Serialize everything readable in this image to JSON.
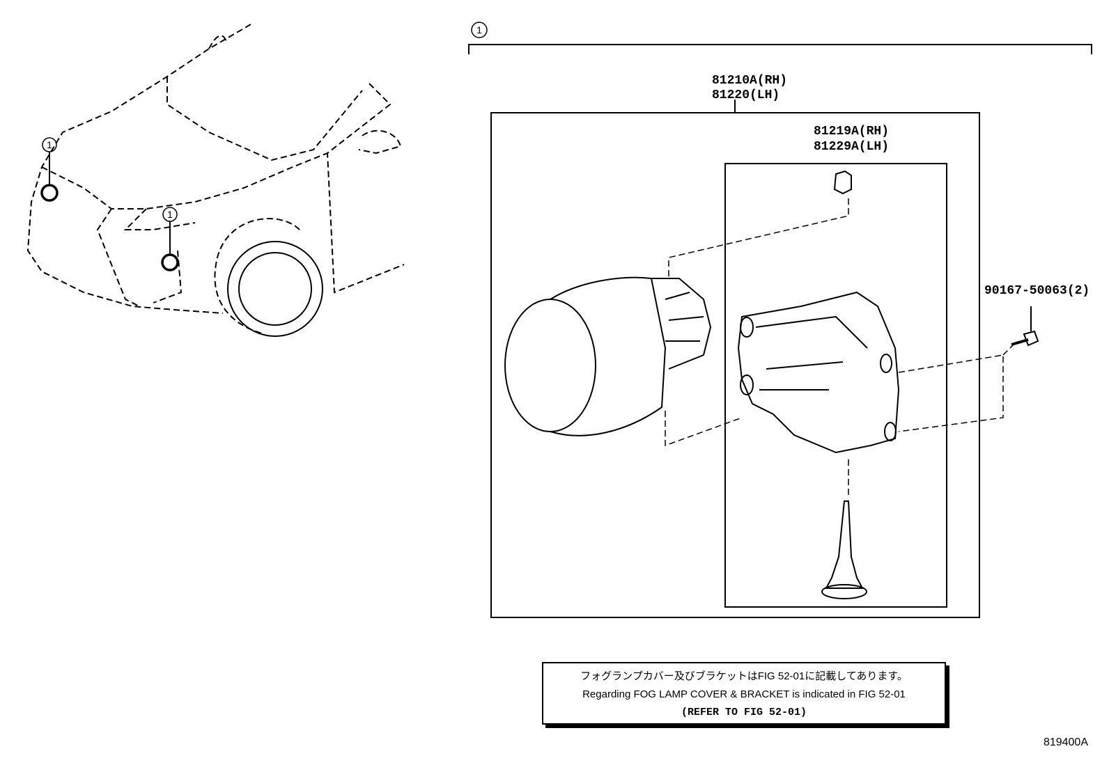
{
  "callout": {
    "number": "1"
  },
  "parts": {
    "fog_lamp_rh": "81210A(RH)",
    "fog_lamp_lh": "81220(LH)",
    "bracket_rh": "81219A(RH)",
    "bracket_lh": "81229A(LH)",
    "screw": "90167-50063(2)"
  },
  "note": {
    "line_jp": "フォグランプカバー及びブラケットはFIG 52-01に記載してあります。",
    "line_en": "Regarding FOG LAMP COVER & BRACKET is indicated in FIG 52-01",
    "line_ref": "(REFER TO FIG 52-01)"
  },
  "figure_id": "819400A"
}
